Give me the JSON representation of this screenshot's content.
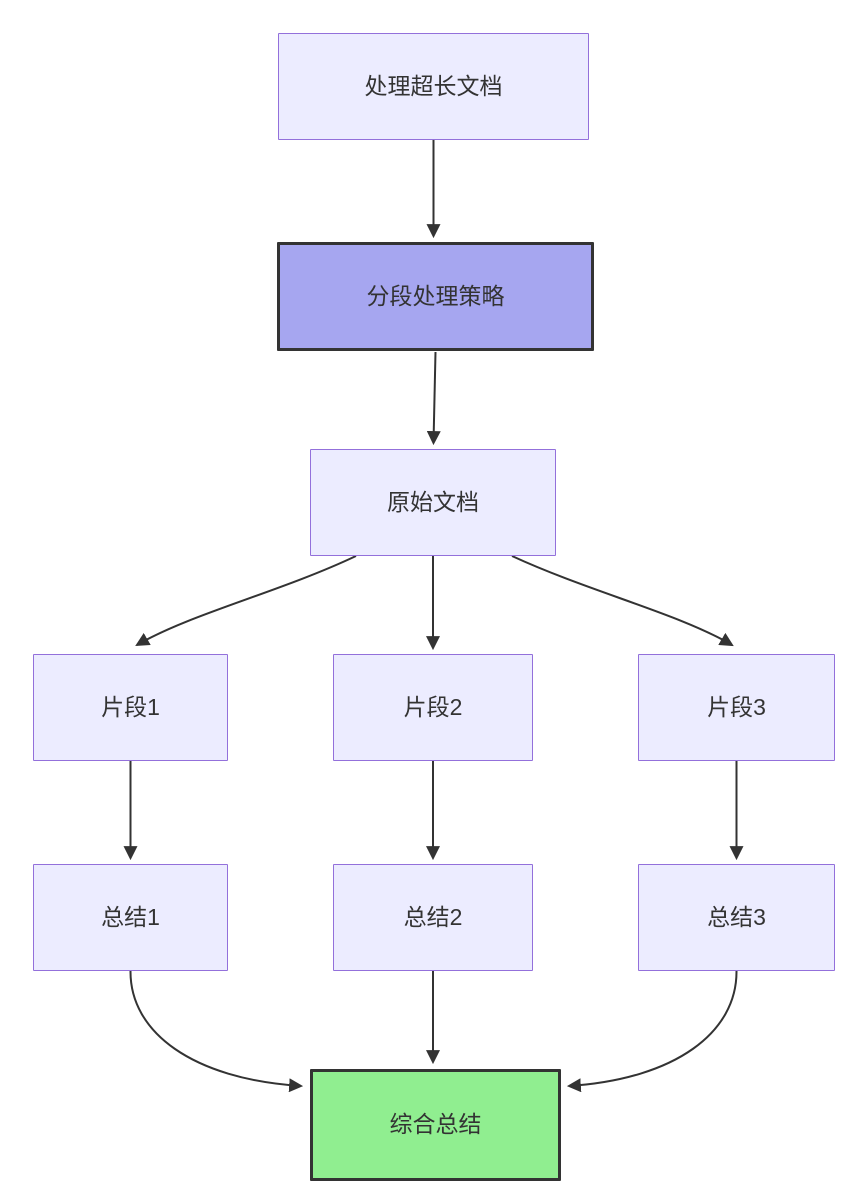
{
  "diagram": {
    "type": "flowchart-top-down",
    "nodes": {
      "root": {
        "label": "处理超长文档"
      },
      "strategy": {
        "label": "分段处理策略"
      },
      "original": {
        "label": "原始文档"
      },
      "fragment1": {
        "label": "片段1"
      },
      "fragment2": {
        "label": "片段2"
      },
      "fragment3": {
        "label": "片段3"
      },
      "summary1": {
        "label": "总结1"
      },
      "summary2": {
        "label": "总结2"
      },
      "summary3": {
        "label": "总结3"
      },
      "final": {
        "label": "综合总结"
      }
    },
    "edges": [
      {
        "from": "root",
        "to": "strategy"
      },
      {
        "from": "strategy",
        "to": "original"
      },
      {
        "from": "original",
        "to": "fragment1"
      },
      {
        "from": "original",
        "to": "fragment2"
      },
      {
        "from": "original",
        "to": "fragment3"
      },
      {
        "from": "fragment1",
        "to": "summary1"
      },
      {
        "from": "fragment2",
        "to": "summary2"
      },
      {
        "from": "fragment3",
        "to": "summary3"
      },
      {
        "from": "summary1",
        "to": "final"
      },
      {
        "from": "summary2",
        "to": "final"
      },
      {
        "from": "summary3",
        "to": "final"
      }
    ],
    "colors": {
      "node_fill": "#ECECFF",
      "node_border": "#9370DB",
      "strategy_fill": "#a6a6f0",
      "strategy_border": "#333333",
      "final_fill": "#90EE90",
      "final_border": "#333333",
      "edge": "#333333",
      "text": "#333333"
    }
  }
}
